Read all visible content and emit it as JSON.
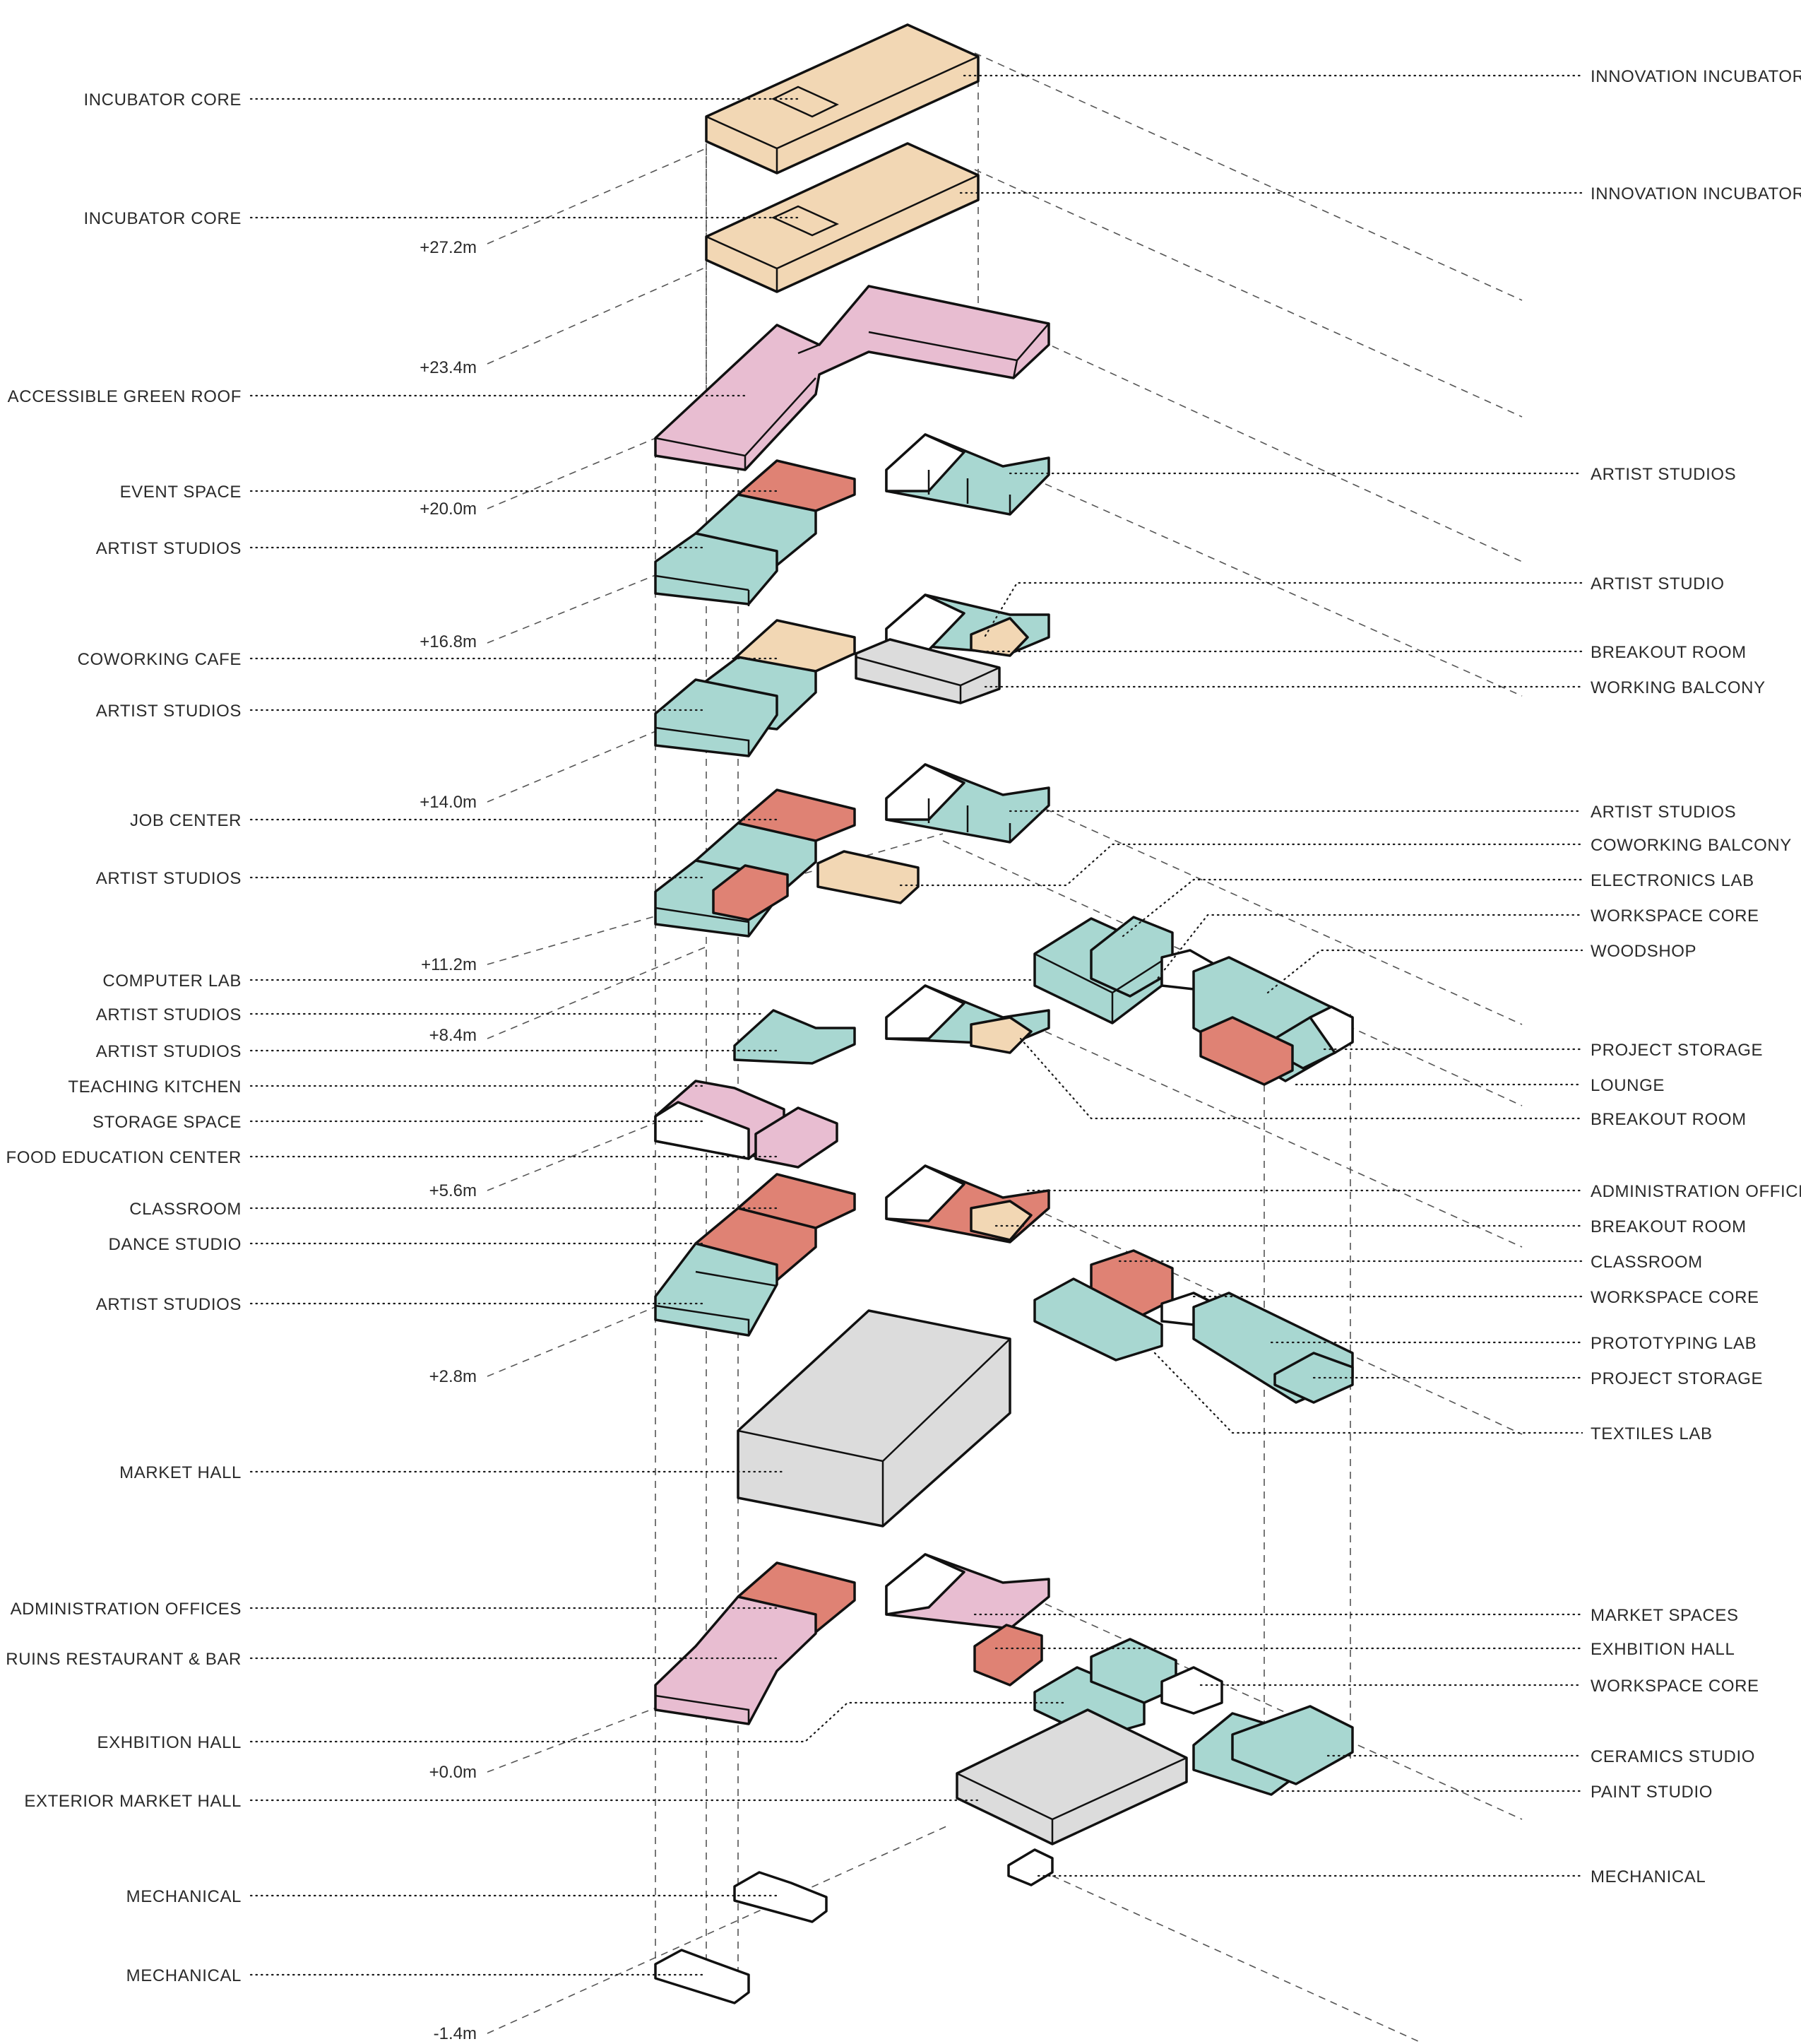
{
  "colors": {
    "incubator": "#f2d7b4",
    "green_roof": "#e8bdd1",
    "studio": "#a8d7d1",
    "event": "#df8274",
    "neutral": "#dcdcdc",
    "white": "#ffffff",
    "line": "#111111"
  },
  "left_labels": [
    "INCUBATOR CORE",
    "INCUBATOR CORE",
    "ACCESSIBLE GREEN ROOF",
    "EVENT SPACE",
    "ARTIST STUDIOS",
    "COWORKING CAFE",
    "ARTIST STUDIOS",
    "JOB CENTER",
    "ARTIST STUDIOS",
    "COMPUTER LAB",
    "ARTIST STUDIOS",
    "ARTIST STUDIOS",
    "TEACHING KITCHEN",
    "STORAGE SPACE",
    "FOOD EDUCATION CENTER",
    "CLASSROOM",
    "DANCE STUDIO",
    "ARTIST STUDIOS",
    "MARKET HALL",
    "ADMINISTRATION OFFICES",
    "RUINS RESTAURANT & BAR",
    "EXHBITION HALL",
    "EXTERIOR MARKET HALL",
    "MECHANICAL",
    "MECHANICAL"
  ],
  "right_labels": [
    "INNOVATION INCUBATOR",
    "INNOVATION INCUBATOR",
    "ARTIST STUDIOS",
    "ARTIST STUDIO",
    "BREAKOUT ROOM",
    "WORKING BALCONY",
    "ARTIST STUDIOS",
    "COWORKING BALCONY",
    "ELECTRONICS LAB",
    "WORKSPACE CORE",
    "WOODSHOP",
    "PROJECT STORAGE",
    "LOUNGE",
    "BREAKOUT ROOM",
    "ADMINISTRATION OFFICES",
    "BREAKOUT ROOM",
    "CLASSROOM",
    "WORKSPACE CORE",
    "PROTOTYPING LAB",
    "PROJECT STORAGE",
    "TEXTILES LAB",
    "MARKET SPACES",
    "EXHBITION HALL",
    "WORKSPACE CORE",
    "CERAMICS STUDIO",
    "PAINT STUDIO",
    "MECHANICAL"
  ],
  "levels": [
    "+27.2m",
    "+23.4m",
    "+20.0m",
    "+16.8m",
    "+14.0m",
    "+11.2m",
    "+8.4m",
    "+5.6m",
    "+2.8m",
    "+0.0m",
    "-1.4m"
  ]
}
